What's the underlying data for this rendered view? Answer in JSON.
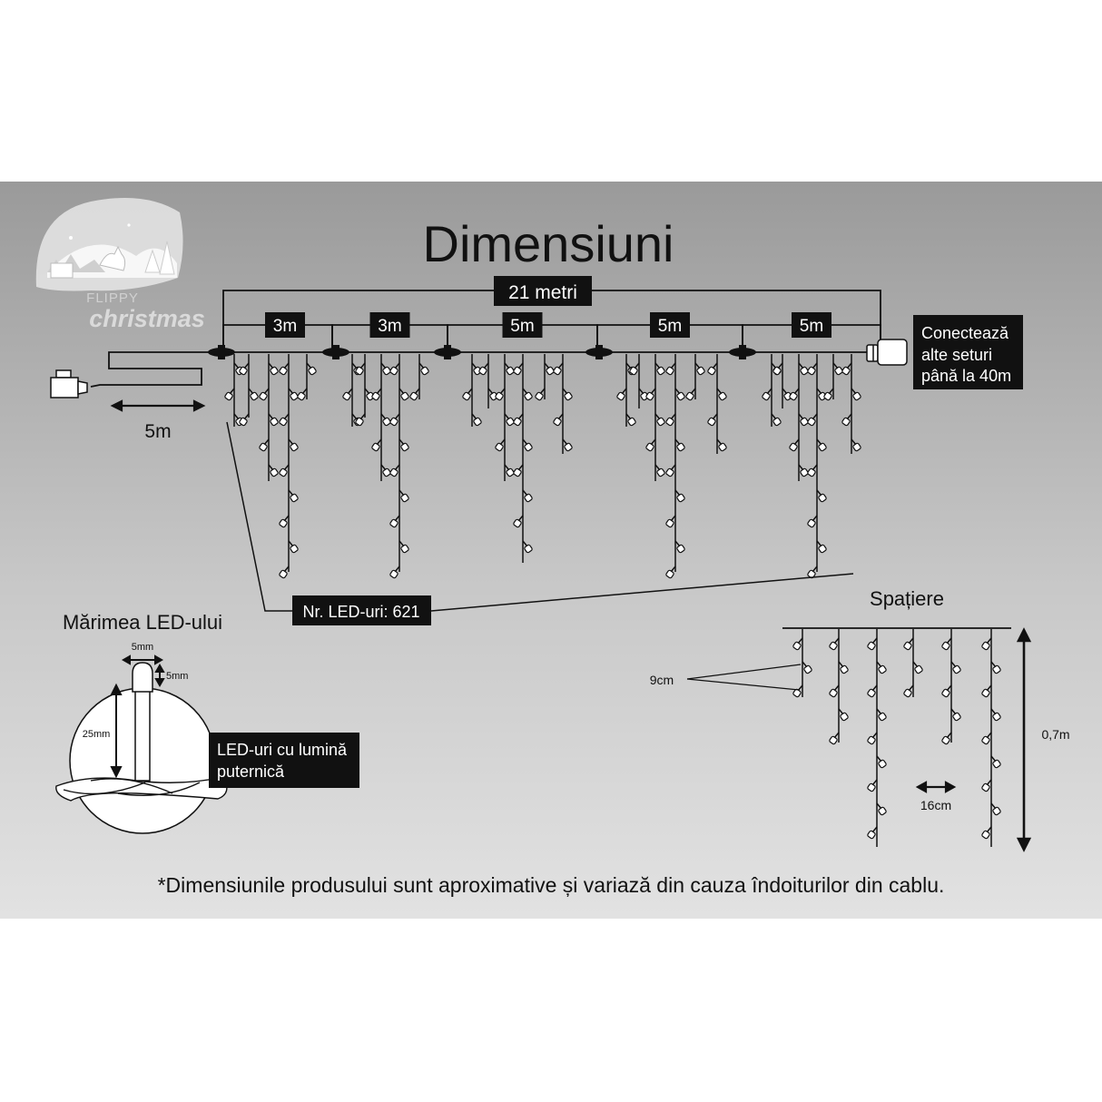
{
  "title": "Dimensiuni",
  "logo": {
    "brand_top": "FLIPPY",
    "brand_bottom": "christmas"
  },
  "total_length": "21 metri",
  "segments": [
    "3m",
    "3m",
    "5m",
    "5m",
    "5m"
  ],
  "lead_cable": "5m",
  "connector_note": [
    "Conectează",
    "alte seturi",
    "până la 40m"
  ],
  "led_count": "Nr. LED-uri: 621",
  "led_size": {
    "heading": "Mărimea LED-ului",
    "width": "5mm",
    "tip": "5mm",
    "height": "25mm",
    "description": [
      "LED-uri cu lumină",
      "puternică"
    ]
  },
  "spacing": {
    "heading": "Spațiere",
    "vertical": "9cm",
    "horizontal": "16cm",
    "drop": "0,7m"
  },
  "footnote": "*Dimensiunile produsului sunt aproximative și variază din cauza îndoiturilor din cablu.",
  "colors": {
    "panel_top": "#9a9a9a",
    "panel_bottom": "#e2e2e2",
    "label_bg": "#111111",
    "label_text": "#ffffff",
    "led": "#ffffff"
  }
}
